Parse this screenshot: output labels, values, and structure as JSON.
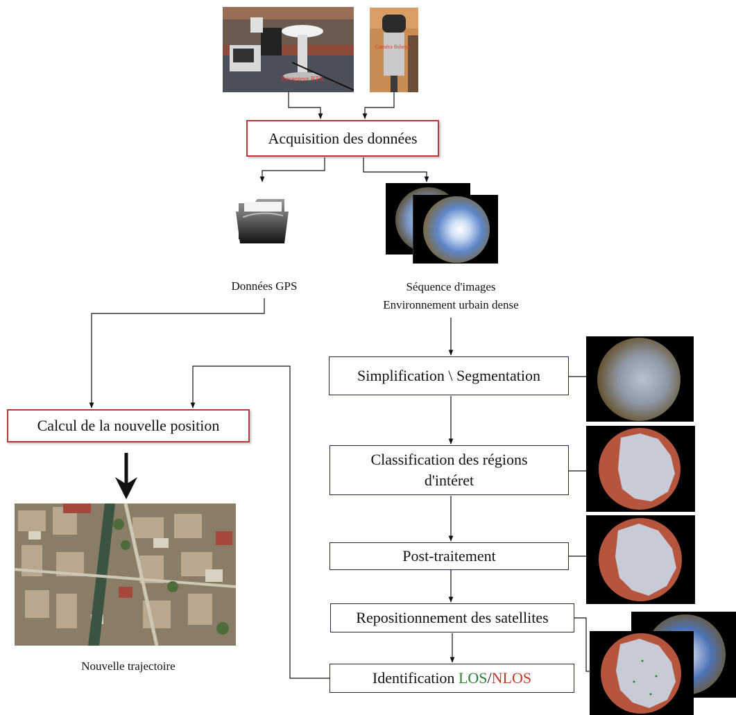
{
  "photos": {
    "receiver_label": "Récepteur RTK",
    "camera_label": "Caméra fisheye"
  },
  "boxes": {
    "acquisition": "Acquisition des données",
    "calcul": "Calcul de la nouvelle position",
    "simplification": "Simplification \\ Segmentation",
    "classification_line1": "Classification des régions",
    "classification_line2": "d'intéret",
    "post": "Post-traitement",
    "repositionnement": "Repositionnement des satellites",
    "identification_prefix": "Identification ",
    "identification_los": "LOS",
    "identification_sep": "/",
    "identification_nlos": "NLOS"
  },
  "labels": {
    "gps": "Données GPS",
    "sequence_line1": "Séquence d'images",
    "sequence_line2": "Environnement urbain dense",
    "trajectory": "Nouvelle trajectoire"
  },
  "colors": {
    "box_border_red": "#b8383a",
    "box_border_dark": "#23234a",
    "los_green": "#2e7d32",
    "nlos_red": "#c0392b",
    "mask_brown": "#b5553e",
    "mask_sky": "#c8cad6"
  }
}
